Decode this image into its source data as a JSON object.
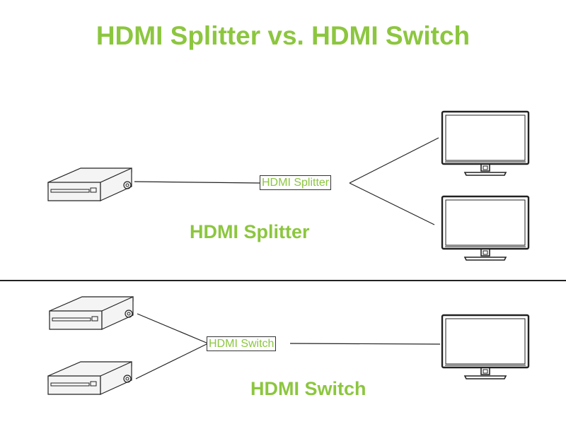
{
  "title": "HDMI Splitter vs. HDMI Switch",
  "colors": {
    "accent": "#8cc63f",
    "line": "#222222",
    "device_fill": "#f4f4f4",
    "screen_fill": "#ffffff"
  },
  "splitter": {
    "box_label": "HDMI Splitter",
    "section_label": "HDMI Splitter"
  },
  "switch": {
    "box_label": "HDMI Switch",
    "section_label": "HDMI Switch"
  }
}
